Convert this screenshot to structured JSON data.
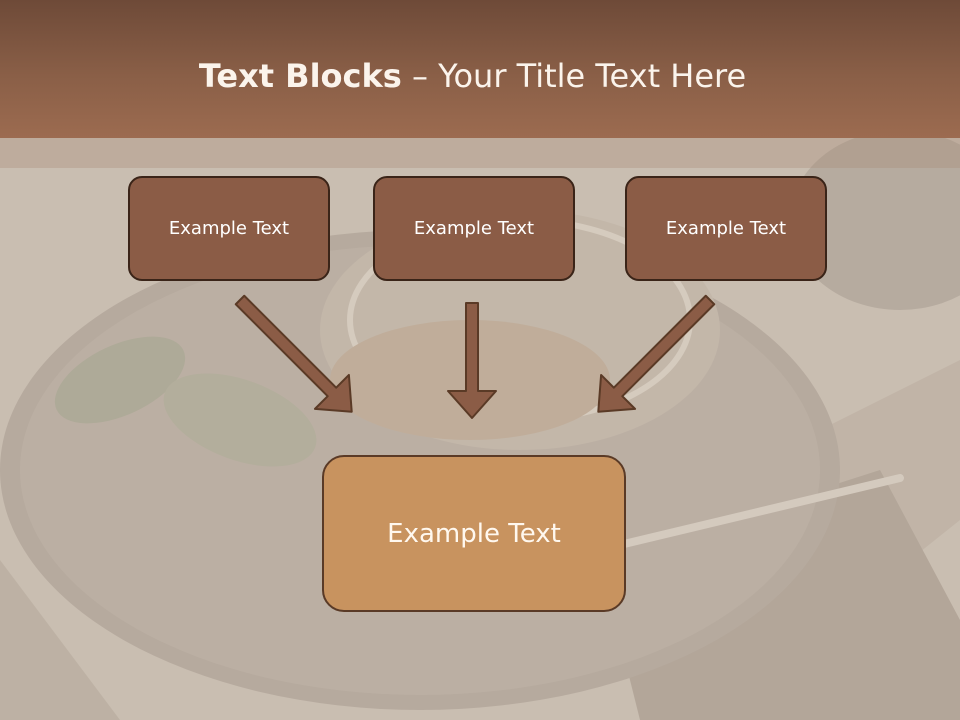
{
  "title": {
    "bold": "Text Blocks",
    "dash": " – ",
    "rest": "Your Title Text Here"
  },
  "blocks": [
    {
      "label": "Example Text"
    },
    {
      "label": "Example Text"
    },
    {
      "label": "Example Text"
    }
  ],
  "target": {
    "label": "Example Text"
  },
  "colors": {
    "title_bar": "#8a5f47",
    "box_fill": "#8b5c46",
    "target_fill": "#c8935f",
    "arrow": "#8b5c46"
  }
}
